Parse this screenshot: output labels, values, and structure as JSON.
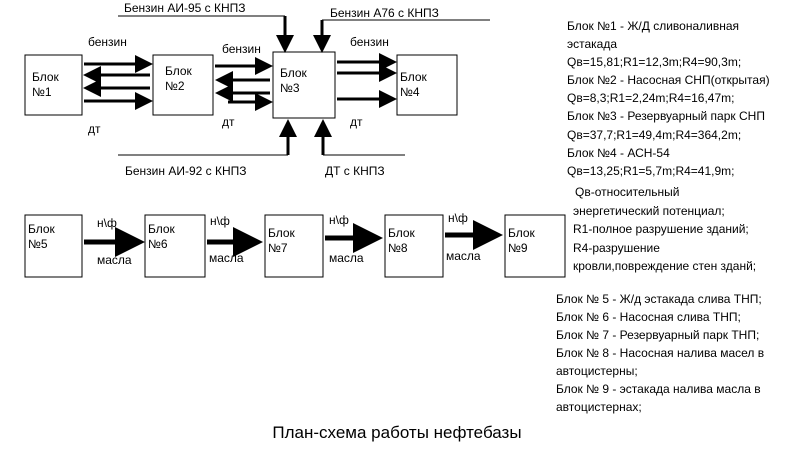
{
  "blocks": {
    "b1": [
      "Блок",
      "№1"
    ],
    "b2": [
      "Блок",
      "№2"
    ],
    "b3": [
      "Блок",
      "№3"
    ],
    "b4": [
      "Блок",
      "№4"
    ],
    "b5": [
      "Блок",
      "№5"
    ],
    "b6": [
      "Блок",
      "№6"
    ],
    "b7": [
      "Блок",
      "№7"
    ],
    "b8": [
      "Блок",
      "№8"
    ],
    "b9": [
      "Блок",
      "№9"
    ]
  },
  "flows": {
    "ai95": "Бензин АИ-95 с КНПЗ",
    "a76": "Бензин А76 с КНПЗ",
    "ai92": "Бензин АИ-92 с КНПЗ",
    "dt_knpz": "ДТ с КНПЗ",
    "benzin": "бензин",
    "dt": "дт",
    "nf": "н\\ф",
    "masla": "масла"
  },
  "legend_top": [
    "Блок №1 - Ж/Д сливоналивная",
    "эстакада",
    "Qв=15,81;R1=12,3m;R4=90,3m;",
    "Блок №2 - Насосная СНП(открытая)",
    "Qв=8,3;R1=2,24m;R4=16,47m;",
    "Блок №3 - Резервуарный парк СНП",
    "Qв=37,7;R1=49,4m;R4=364,2m;",
    "Блок №4 - АСН-54",
    "Qв=13,25;R1=5,7m;R4=41,9m;"
  ],
  "legend_mid": [
    "Qв-относительный",
    "энергетический потенциал;",
    "R1-полное разрушение зданий;",
    "R4-разрушение",
    "кровли,повреждение стен зданй;"
  ],
  "legend_bottom": [
    "Блок № 5 - Ж/д эстакада слива ТНП;",
    "Блок № 6 - Насосная слива ТНП;",
    "Блок № 7 - Резервуарный парк ТНП;",
    "Блок № 8 - Насосная налива масел в",
    "автоцистерны;",
    "Блок № 9 -  эстакада налива масла в",
    "автоцистернах;"
  ],
  "caption": "План-схема работы нефтебазы"
}
